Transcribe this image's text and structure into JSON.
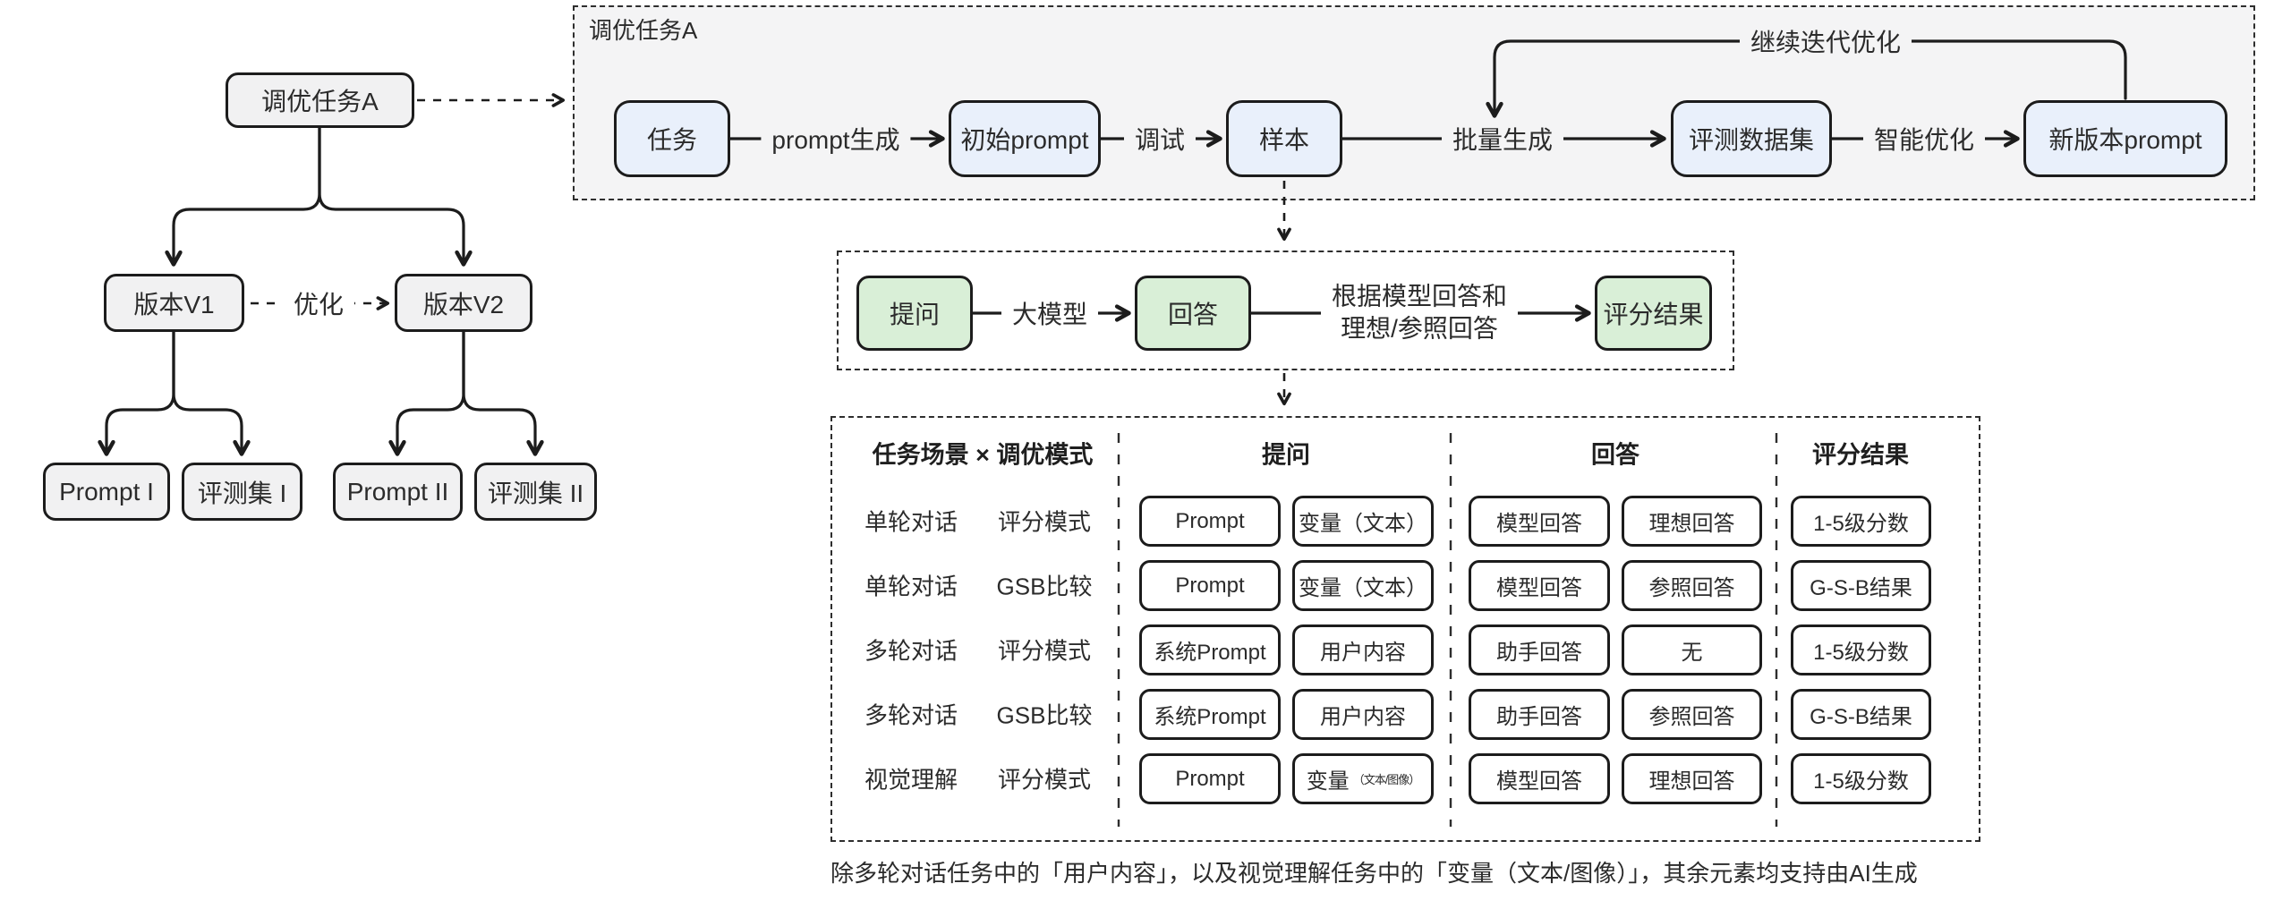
{
  "palette": {
    "background": "#ffffff",
    "node_border": "#1c1c1c",
    "tree_node_fill": "#f1f1f2",
    "pipeline_node_fill": "#e9f0fb",
    "eval_node_fill": "#d9efd7",
    "cell_fill": "#ffffff",
    "container_fill": "#f4f4f5",
    "text": "#2b2b2b"
  },
  "tree": {
    "root": {
      "label": "调优任务A"
    },
    "optimize_edge_label": "优化",
    "v1": {
      "label": "版本V1"
    },
    "v2": {
      "label": "版本V2"
    },
    "leaves": [
      {
        "label": "Prompt I"
      },
      {
        "label": "评测集 I"
      },
      {
        "label": "Prompt II"
      },
      {
        "label": "评测集 II"
      }
    ]
  },
  "pipeline": {
    "container_label": "调优任务A",
    "nodes": [
      {
        "label": "任务"
      },
      {
        "label": "初始prompt"
      },
      {
        "label": "样本"
      },
      {
        "label": "评测数据集"
      },
      {
        "label": "新版本prompt"
      }
    ],
    "edge_labels": [
      "prompt生成",
      "调试",
      "批量生成",
      "智能优化"
    ],
    "loop_label": "继续迭代优化"
  },
  "eval_flow": {
    "nodes": [
      {
        "label": "提问"
      },
      {
        "label": "回答"
      },
      {
        "label": "评分结果"
      }
    ],
    "model_edge_label": "大模型",
    "criteria_edge_label_line1": "根据模型回答和",
    "criteria_edge_label_line2": "理想/参照回答"
  },
  "matrix": {
    "col_headers": {
      "scenario": "任务场景 × 调优模式",
      "question": "提问",
      "answer": "回答",
      "score": "评分结果"
    },
    "rows": [
      {
        "scenario": "单轮对话",
        "mode": "评分模式",
        "question_cells": [
          "Prompt",
          "变量（文本）"
        ],
        "answer_cells": [
          "模型回答",
          "理想回答"
        ],
        "score_cell": "1-5级分数"
      },
      {
        "scenario": "单轮对话",
        "mode": "GSB比较",
        "question_cells": [
          "Prompt",
          "变量（文本）"
        ],
        "answer_cells": [
          "模型回答",
          "参照回答"
        ],
        "score_cell": "G-S-B结果"
      },
      {
        "scenario": "多轮对话",
        "mode": "评分模式",
        "question_cells": [
          "系统Prompt",
          "用户内容"
        ],
        "answer_cells": [
          "助手回答",
          "无"
        ],
        "score_cell": "1-5级分数"
      },
      {
        "scenario": "多轮对话",
        "mode": "GSB比较",
        "question_cells": [
          "系统Prompt",
          "用户内容"
        ],
        "answer_cells": [
          "助手回答",
          "参照回答"
        ],
        "score_cell": "G-S-B结果"
      },
      {
        "scenario": "视觉理解",
        "mode": "评分模式",
        "question_cells": [
          "Prompt",
          "变量"
        ],
        "question2_suffix": "（文本/图像）",
        "answer_cells": [
          "模型回答",
          "理想回答"
        ],
        "score_cell": "1-5级分数"
      }
    ]
  },
  "footnote": "除多轮对话任务中的「用户内容」，以及视觉理解任务中的「变量（文本/图像）」，其余元素均支持由AI生成"
}
